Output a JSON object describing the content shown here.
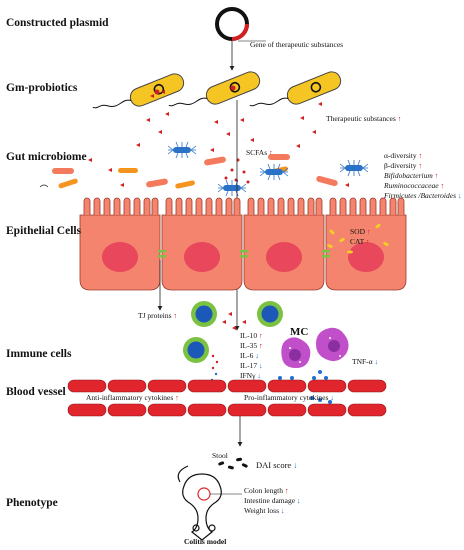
{
  "stages": {
    "plasmid": "Constructed plasmid",
    "probiotics": "Gm-probiotics",
    "microbiome": "Gut microbiome",
    "epithelial": "Epithelial Cells",
    "immune": "Immune  cells",
    "blood": "Blood vessel",
    "phenotype": "Phenotype"
  },
  "labels": {
    "gene": "Gene of therapeutic substances",
    "therapeutic": "Therapeutic substances",
    "scfas": "SCFAs",
    "alpha": "α-diversity",
    "beta": "β-diversity",
    "bifido": "Bifidobacterium",
    "rumino": "Ruminococcaceae",
    "firm": "Firmicutes /Bacteroides",
    "sod": "SOD",
    "cat": "CAT",
    "tj": "TJ proteins",
    "il10": "IL-10",
    "il35": "IL-35",
    "il6": "IL-6",
    "il17": "IL-17",
    "ifn": "IFNγ",
    "mc": "MC",
    "tnf": "TNF-α",
    "anti": "Anti-inflammatory cytokines",
    "pro": "Pro-inflammatory cytokines",
    "stool": "Stool",
    "dai": "DAI score",
    "colon": "Colon length",
    "intestine": "Intestine damage",
    "weight": "Weight loss",
    "colitis": "Colitis model"
  },
  "arrows": {
    "up": "↑",
    "down": "↓"
  },
  "colors": {
    "cell_fill": "#f4846d",
    "nucleus": "#e8475c",
    "probiotic": "#f5c524",
    "vessel": "#e0262c",
    "junction": "#7cc242",
    "up": "#d21f1f",
    "down": "#1f6fd2"
  }
}
